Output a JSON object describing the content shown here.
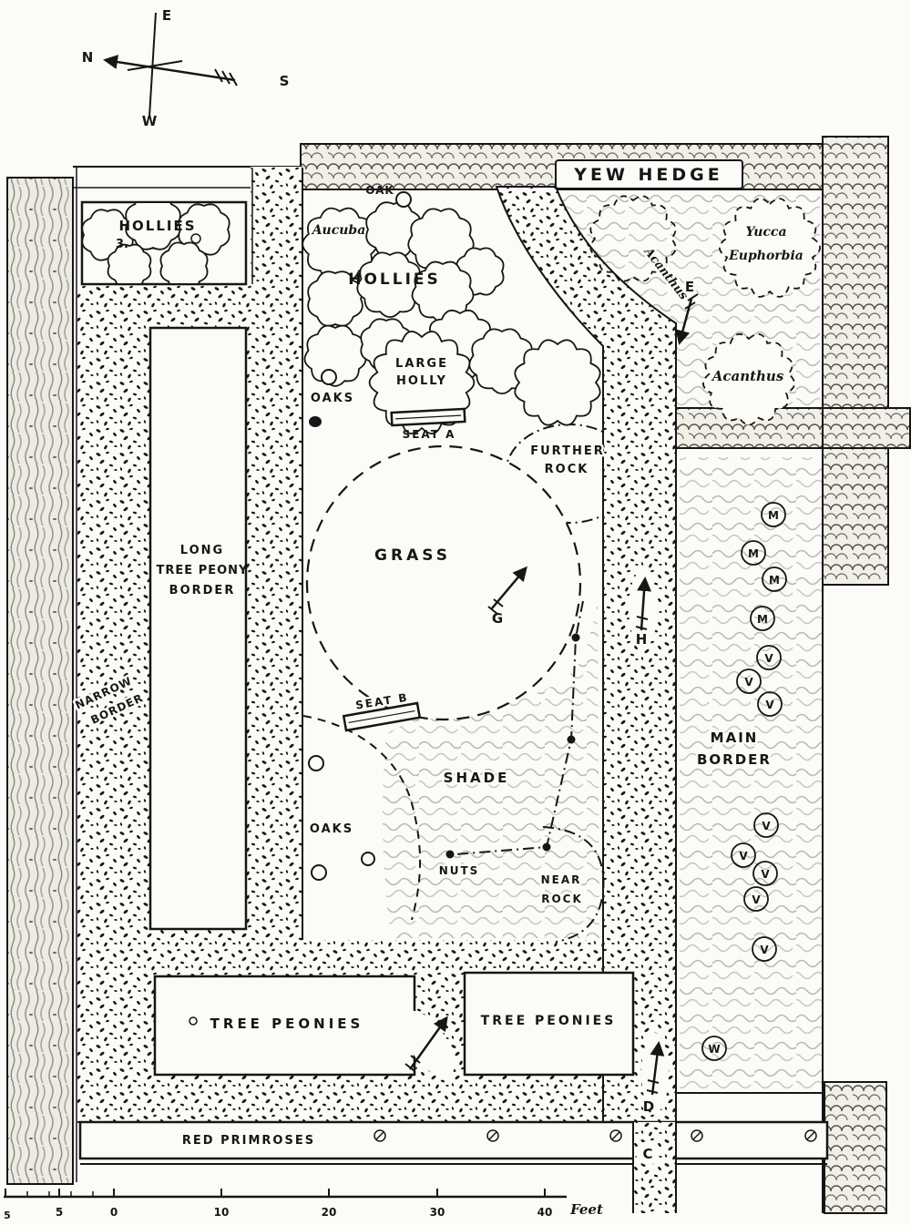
{
  "colors": {
    "ink": "#161616",
    "paper": "#fbfbf8"
  },
  "compass": {
    "n": "N",
    "e": "E",
    "s": "S",
    "w": "W"
  },
  "areas": {
    "yew_hedge": "YEW HEDGE",
    "hollies_top_left": "HOLLIES",
    "figure_number": "3.",
    "aucuba": "Aucuba",
    "oak": "OAK",
    "hollies_center": "HOLLIES",
    "large_holly_line1": "LARGE",
    "large_holly_line2": "HOLLY",
    "oaks_upper": "OAKS",
    "seat_a": "SEAT A",
    "further_rock_line1": "FURTHER",
    "further_rock_line2": "ROCK",
    "yucca": "Yucca",
    "euphorbia": "Euphorbia",
    "acanthus_on_path": "Acanthus",
    "acanthus": "Acanthus",
    "grass": "GRASS",
    "long_border_line1": "LONG",
    "long_border_line2": "TREE PEONY",
    "long_border_line3": "BORDER",
    "narrow_border_line1": "NARROW",
    "narrow_border_line2": "BORDER",
    "seat_b": "SEAT B",
    "shade": "SHADE",
    "oaks_lower": "OAKS",
    "nuts": "NUTS",
    "near_rock_line1": "NEAR",
    "near_rock_line2": "ROCK",
    "main_border_line1": "MAIN",
    "main_border_line2": "BORDER",
    "tree_peonies_left": "TREE PEONIES",
    "tree_peonies_right": "TREE PEONIES",
    "red_primroses": "RED PRIMROSES"
  },
  "points": {
    "e": "E",
    "g": "G",
    "h": "H",
    "c": "C",
    "d": "D"
  },
  "plant_markers": {
    "m": [
      "M",
      "M",
      "M",
      "M"
    ],
    "v_upper": [
      "V",
      "V",
      "V"
    ],
    "v_lower": [
      "V",
      "V",
      "V",
      "V"
    ],
    "v_single": "V",
    "w": "W"
  },
  "scale_bar": {
    "edge_label": "5",
    "labels": [
      "5",
      "0",
      "10",
      "20",
      "30",
      "40"
    ],
    "unit": "Feet"
  }
}
